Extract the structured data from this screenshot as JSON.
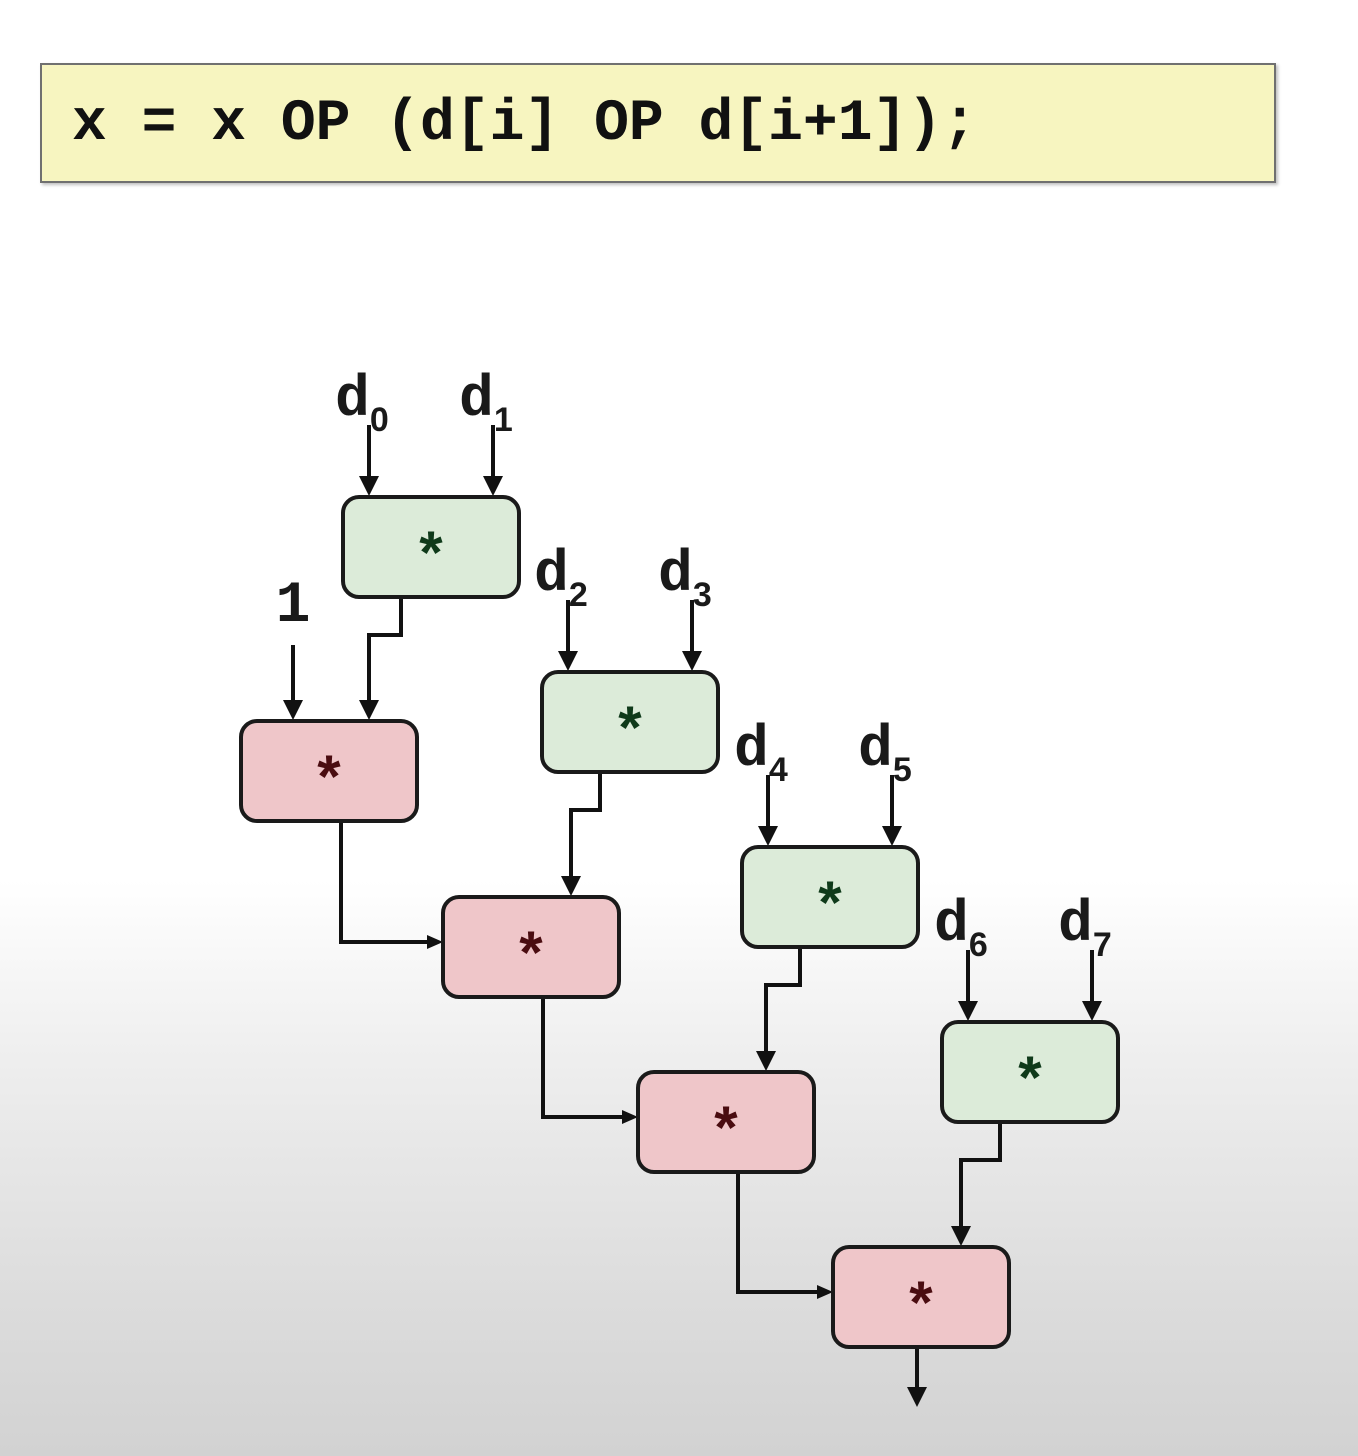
{
  "code": {
    "statement": "x = x OP (d[i] OP d[i+1]);"
  },
  "diagram": {
    "operator_symbol": "*",
    "initial_value": "1",
    "inputs": [
      {
        "base": "d",
        "sub": "0"
      },
      {
        "base": "d",
        "sub": "1"
      },
      {
        "base": "d",
        "sub": "2"
      },
      {
        "base": "d",
        "sub": "3"
      },
      {
        "base": "d",
        "sub": "4"
      },
      {
        "base": "d",
        "sub": "5"
      },
      {
        "base": "d",
        "sub": "6"
      },
      {
        "base": "d",
        "sub": "7"
      }
    ],
    "colors": {
      "pair_op_fill": "#dcebd9",
      "accumulate_op_fill": "#efc6c9",
      "code_box_fill": "#f7f5c0"
    }
  }
}
